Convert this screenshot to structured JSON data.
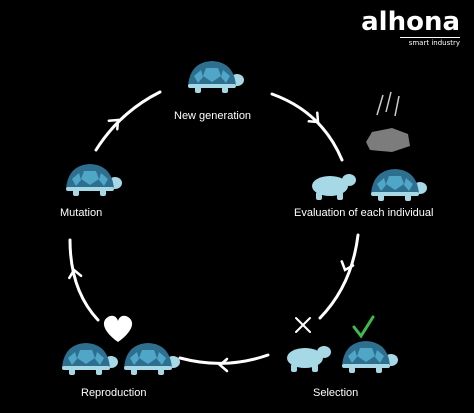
{
  "brand": {
    "name": "alhona",
    "tagline": "smart industry"
  },
  "stages": {
    "new_generation": "New generation",
    "evaluation": "Evaluation of each individual",
    "selection": "Selection",
    "reproduction": "Reproduction",
    "mutation": "Mutation"
  },
  "colors": {
    "background": "#000000",
    "shell_dark": "#2e6e8f",
    "shell_pattern": "#4fa6c6",
    "body_light": "#a7d8e6",
    "check": "#3fb94e",
    "rock": "#7c7c7c"
  }
}
